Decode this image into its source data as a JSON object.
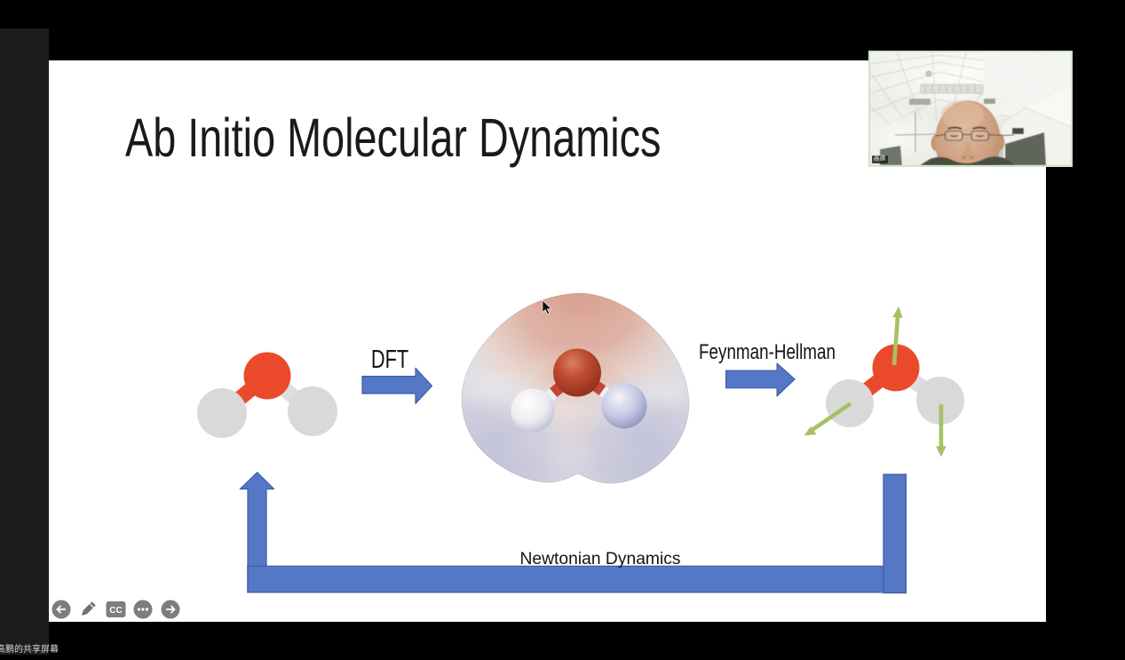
{
  "window": {
    "share_label": "高鹏的共享屏幕"
  },
  "webcam": {
    "participant_name": "高鹏"
  },
  "slide": {
    "title": "Ab Initio Molecular Dynamics",
    "dft_label": "DFT",
    "feynman_label": "Feynman-Hellman",
    "newtonian_label": "Newtonian Dynamics"
  },
  "annotation_toolbar": {
    "cc_label": "CC",
    "icons": [
      "arrow-left-icon",
      "pen-icon",
      "closed-captions-icon",
      "ellipsis-icon",
      "arrow-right-icon"
    ]
  },
  "colors": {
    "arrow_blue_fill": "#5578c6",
    "arrow_blue_edge": "#3f5ca6",
    "force_green": "#a6c163",
    "oxygen_red": "#ea4a2b",
    "hydrogen_gray": "#d9d9d9",
    "toolbar_gray": "#7d7d7d"
  }
}
